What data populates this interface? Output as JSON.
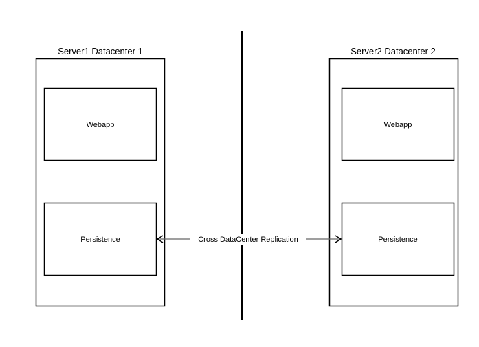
{
  "left_server": {
    "title": "Server1 Datacenter 1",
    "webapp": "Webapp",
    "persistence": "Persistence"
  },
  "right_server": {
    "title": "Server2 Datacenter 2",
    "webapp": "Webapp",
    "persistence": "Persistence"
  },
  "replication": {
    "label": "Cross DataCenter Replication",
    "color": "#666666"
  }
}
